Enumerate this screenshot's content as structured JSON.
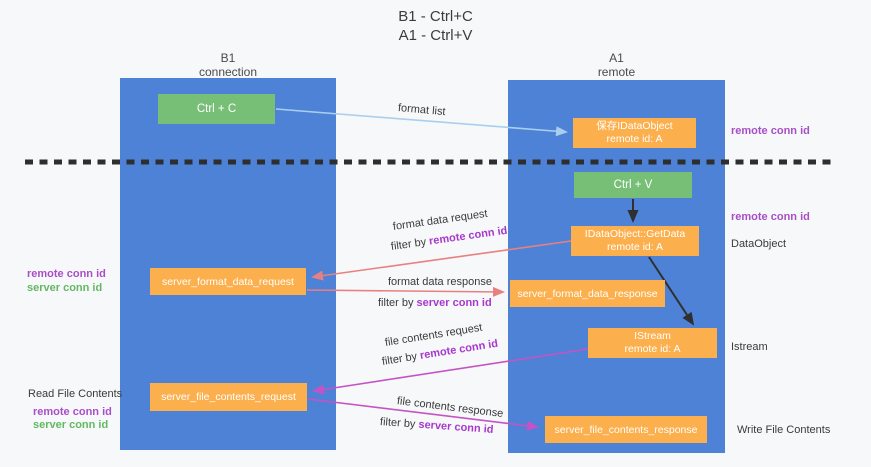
{
  "title": {
    "line1": "B1 - Ctrl+C",
    "line2": "A1 - Ctrl+V"
  },
  "lanes": {
    "left": {
      "title": "B1",
      "subtitle": "connection"
    },
    "right": {
      "title": "A1",
      "subtitle": "remote"
    }
  },
  "nodes": {
    "ctrl_c": {
      "label": "Ctrl + C"
    },
    "save_dataobject": {
      "line1": "保存IDataObject",
      "line2": "remote id: A"
    },
    "ctrl_v": {
      "label": "Ctrl + V"
    },
    "getdata": {
      "line1": "IDataObject::GetData",
      "line2": "remote id: A"
    },
    "server_format_data_request": {
      "label": "server_format_data_request"
    },
    "server_format_data_response": {
      "label": "server_format_data_response"
    },
    "istream": {
      "line1": "IStream",
      "line2": "remote id: A"
    },
    "server_file_contents_request": {
      "label": "server_file_contents_request"
    },
    "server_file_contents_response": {
      "label": "server_file_contents_response"
    }
  },
  "edge_labels": {
    "format_list": {
      "text": "format list"
    },
    "format_data_request": {
      "text": "format data request",
      "filter_prefix": "filter by ",
      "filter_key": "remote conn id"
    },
    "format_data_response": {
      "text": "format data response",
      "filter_prefix": "filter by ",
      "filter_key": "server conn id"
    },
    "file_contents_request": {
      "text": "file contents request",
      "filter_prefix": "filter by ",
      "filter_key": "remote conn id"
    },
    "file_contents_response": {
      "text": "file contents response",
      "filter_prefix": "filter by ",
      "filter_key": "server conn id"
    }
  },
  "side_labels": {
    "right_top_remote_conn_id": "remote conn id",
    "right_mid_remote_conn_id": "remote conn id",
    "right_dataobject": "DataObject",
    "right_istream": "Istream",
    "right_write_file_contents": "Write File Contents",
    "left_remote_conn_id": "remote conn id",
    "left_server_conn_id": "server conn id",
    "left_read_file_contents": "Read File Contents",
    "left_bottom_remote_conn_id": "remote conn id",
    "left_bottom_server_conn_id": "server conn id"
  },
  "colors": {
    "lane_blue": "#4d82d6",
    "box_green": "#77bf76",
    "box_orange": "#fbaf4d",
    "arrow_black": "#2f2f2f",
    "arrow_salmon": "#e88080",
    "arrow_magenta": "#c653c6",
    "arrow_light_blue": "#a9cfee",
    "conn_id_purple": "#a84fc7",
    "conn_id_green": "#63b863",
    "background": "#f7f8fa"
  }
}
